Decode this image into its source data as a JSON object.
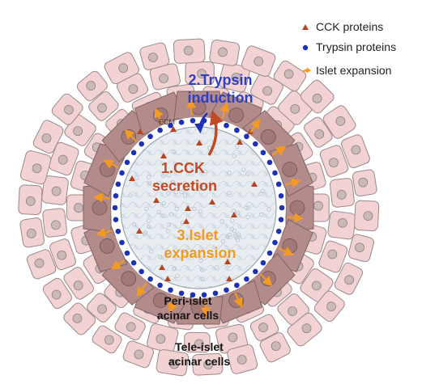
{
  "legend": {
    "items": [
      {
        "label": "CCK proteins",
        "marker": "triangle",
        "color": "#b5451f"
      },
      {
        "label": "Trypsin proteins",
        "marker": "dot",
        "color": "#1c31b5"
      },
      {
        "label": "Islet expansion",
        "marker": "arrow",
        "color": "#f29a21"
      }
    ]
  },
  "labels": {
    "trypsin_line1": "2.Trypsin",
    "trypsin_line2": "induction",
    "cck_line1": "1.CCK",
    "cck_line2": "secretion",
    "islet_line1": "3.Islet",
    "islet_line2": "expansion",
    "ecm": "ECM",
    "peri_line1": "Peri-islet",
    "peri_line2": "acinar cells",
    "tele_line1": "Tele-islet",
    "tele_line2": "acinar cells"
  },
  "colors": {
    "trypsin_text": "#2e3fc4",
    "cck_text": "#c24a22",
    "islet_text": "#f29a21",
    "acinar_fill": "#f1cfcf",
    "peri_acinar_fill": "#b58a8a",
    "islet_fill": "#e9eef3"
  }
}
